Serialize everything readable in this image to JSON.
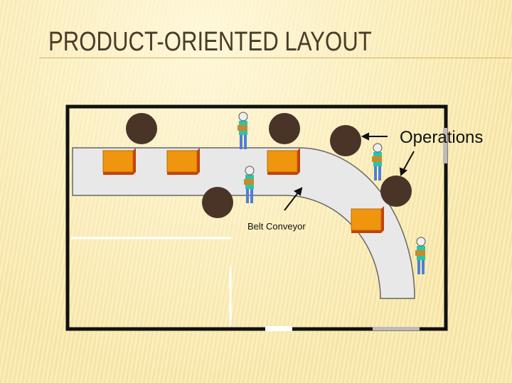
{
  "slide": {
    "title": "PRODUCT-ORIENTED LAYOUT",
    "labels": {
      "operations": "Operations",
      "belt_conveyor": "Belt Conveyor"
    }
  },
  "colors": {
    "operation": "#4a3428",
    "box": "#f0960e",
    "conveyor": "#e8e8e8",
    "worker_shirt": "#2bc4a8",
    "worker_pants": "#4f7fd6"
  }
}
